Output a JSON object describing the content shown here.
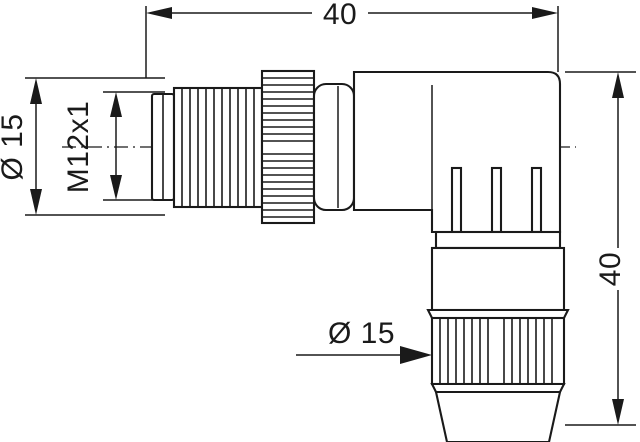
{
  "drawing": {
    "title": "M12 right-angle connector dimensioned drawing",
    "background_color": "#ffffff",
    "line_color": "#1a1a1a",
    "dimensions": {
      "overall_length": {
        "label": "40",
        "orientation": "horizontal",
        "name": "overall-length-dimension"
      },
      "overall_height": {
        "label": "40",
        "orientation": "vertical",
        "name": "overall-height-dimension"
      },
      "body_diameter": {
        "label": "Ø 15",
        "orientation": "vertical",
        "name": "body-diameter-dimension"
      },
      "thread": {
        "label": "M12x1",
        "orientation": "vertical",
        "name": "thread-dimension"
      },
      "cable_nut_diameter": {
        "label": "Ø 15",
        "orientation": "leader",
        "name": "cable-nut-diameter-dimension"
      }
    },
    "parts": [
      {
        "name": "connector-tip",
        "label": "connector tip"
      },
      {
        "name": "m12-threaded-barrel",
        "label": "M12x1 threaded barrel"
      },
      {
        "name": "knurled-coupling-nut",
        "label": "knurled coupling nut"
      },
      {
        "name": "transition-sleeve",
        "label": "transition sleeve"
      },
      {
        "name": "elbow-body",
        "label": "right-angle body"
      },
      {
        "name": "cable-gland-nut",
        "label": "knurled cable gland nut"
      },
      {
        "name": "strain-relief",
        "label": "tapered strain relief"
      }
    ]
  }
}
